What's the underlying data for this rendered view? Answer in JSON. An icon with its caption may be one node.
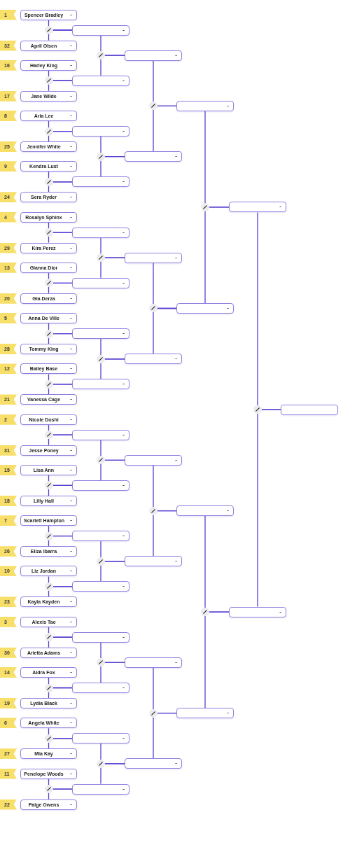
{
  "diagram": {
    "nodes": [
      {
        "text": [
          "Spencer Bradley",
          "-"
        ],
        "beside": [
          "1"
        ]
      },
      {
        "text": [
          "April Olsen",
          "-"
        ],
        "beside": [
          "32"
        ]
      },
      {
        "text": [
          "Harley King",
          "-"
        ],
        "beside": [
          "16"
        ]
      },
      {
        "text": [
          "Jane Wilde",
          "-"
        ],
        "beside": [
          "17"
        ]
      },
      {
        "text": [
          "Aria Lee",
          "-"
        ],
        "beside": [
          "8"
        ]
      },
      {
        "text": [
          "Jennifer White",
          "-"
        ],
        "beside": [
          "25"
        ]
      },
      {
        "text": [
          "Kendra Lust",
          "-"
        ],
        "beside": [
          "9"
        ]
      },
      {
        "text": [
          "Sera Ryder",
          "-"
        ],
        "beside": [
          "24"
        ]
      },
      {
        "text": [
          "Rosalyn Sphinx",
          "-"
        ],
        "beside": [
          "4"
        ]
      },
      {
        "text": [
          "Kira Perez",
          "-"
        ],
        "beside": [
          "29"
        ]
      },
      {
        "text": [
          "Gianna Dior",
          "-"
        ],
        "beside": [
          "13"
        ]
      },
      {
        "text": [
          "Gia Derza",
          "-"
        ],
        "beside": [
          "20"
        ]
      },
      {
        "text": [
          "Anna De Ville",
          "-"
        ],
        "beside": [
          "5"
        ]
      },
      {
        "text": [
          "Tommy King",
          "-"
        ],
        "beside": [
          "28"
        ]
      },
      {
        "text": [
          "Bailey Base",
          "-"
        ],
        "beside": [
          "12"
        ]
      },
      {
        "text": [
          "Vanessa Cage",
          "-"
        ],
        "beside": [
          "21"
        ]
      },
      {
        "text": [
          "Nicole Doshi",
          "-"
        ],
        "beside": [
          "2"
        ]
      },
      {
        "text": [
          "Jesse Poney",
          "-"
        ],
        "beside": [
          "31"
        ]
      },
      {
        "text": [
          "Lisa Ann",
          "-"
        ],
        "beside": [
          "15"
        ]
      },
      {
        "text": [
          "Lilly Hall",
          "-"
        ],
        "beside": [
          "18"
        ]
      },
      {
        "text": [
          "Scarlett Hampton",
          "-"
        ],
        "beside": [
          "7"
        ]
      },
      {
        "text": [
          "Eliza Ibarra",
          "-"
        ],
        "beside": [
          "26"
        ]
      },
      {
        "text": [
          "Liz Jordan",
          "-"
        ],
        "beside": [
          "10"
        ]
      },
      {
        "text": [
          "Kayla Kayden",
          "-"
        ],
        "beside": [
          "23"
        ]
      },
      {
        "text": [
          "Alexis Tae",
          "-"
        ],
        "beside": [
          "3"
        ]
      },
      {
        "text": [
          "Arietta Adams",
          "-"
        ],
        "beside": [
          "30"
        ]
      },
      {
        "text": [
          "Aidra Fox",
          "-"
        ],
        "beside": [
          "14"
        ]
      },
      {
        "text": [
          "Lydia Black",
          "-"
        ],
        "beside": [
          "19"
        ]
      },
      {
        "text": [
          "Angela White",
          "-"
        ],
        "beside": [
          "6"
        ]
      },
      {
        "text": [
          "Mia Kay",
          "-"
        ],
        "beside": [
          "27"
        ]
      },
      {
        "text": [
          "Penelope Woods",
          "-"
        ],
        "beside": [
          "11"
        ]
      },
      {
        "text": [
          "Paige Owens",
          "-"
        ],
        "beside": [
          "22"
        ]
      },
      {
        "text": [
          "-"
        ]
      },
      {
        "text": [
          "-"
        ]
      },
      {
        "text": [
          "-"
        ]
      },
      {
        "text": [
          "-"
        ]
      },
      {
        "text": [
          "-"
        ]
      },
      {
        "text": [
          "-"
        ]
      },
      {
        "text": [
          "-"
        ]
      },
      {
        "text": [
          "-"
        ]
      },
      {
        "text": [
          "-"
        ]
      },
      {
        "text": [
          "-"
        ]
      },
      {
        "text": [
          "-"
        ]
      },
      {
        "text": [
          "-"
        ]
      },
      {
        "text": [
          "-"
        ]
      },
      {
        "text": [
          "-"
        ]
      },
      {
        "text": [
          "-"
        ]
      },
      {
        "text": [
          "-"
        ]
      },
      {
        "text": [
          "-"
        ]
      },
      {
        "text": [
          "-"
        ]
      },
      {
        "text": [
          "-"
        ]
      },
      {
        "text": [
          "-"
        ]
      },
      {
        "text": [
          "-"
        ]
      },
      {
        "text": [
          "-"
        ]
      },
      {
        "text": [
          "-"
        ]
      },
      {
        "text": [
          "-"
        ]
      },
      {
        "text": [
          "-"
        ]
      },
      {
        "text": [
          "-"
        ]
      },
      {
        "text": [
          "-"
        ]
      },
      {
        "text": [
          "-"
        ]
      },
      {
        "text": [
          "-"
        ]
      },
      {
        "text": [
          "-"
        ]
      },
      {
        "text": [],
        "shape": "box"
      }
    ],
    "edges": [
      {
        "from": 0,
        "to": 32,
        "arrow": "none"
      },
      {
        "from": 1,
        "to": 32,
        "arrow": "none"
      },
      {
        "from": 2,
        "to": 33,
        "arrow": "none"
      },
      {
        "from": 3,
        "to": 33,
        "arrow": "none"
      },
      {
        "from": 4,
        "to": 34,
        "arrow": "none"
      },
      {
        "from": 5,
        "to": 34,
        "arrow": "none"
      },
      {
        "from": 6,
        "to": 35,
        "arrow": "none"
      },
      {
        "from": 7,
        "to": 35,
        "arrow": "none"
      },
      {
        "from": 8,
        "to": 36,
        "arrow": "none"
      },
      {
        "from": 9,
        "to": 36,
        "arrow": "none"
      },
      {
        "from": 10,
        "to": 37,
        "arrow": "none"
      },
      {
        "from": 11,
        "to": 37,
        "arrow": "none"
      },
      {
        "from": 12,
        "to": 38,
        "arrow": "none"
      },
      {
        "from": 13,
        "to": 38,
        "arrow": "none"
      },
      {
        "from": 14,
        "to": 39,
        "arrow": "none"
      },
      {
        "from": 15,
        "to": 39,
        "arrow": "none"
      },
      {
        "from": 16,
        "to": 40,
        "arrow": "none"
      },
      {
        "from": 17,
        "to": 40,
        "arrow": "none"
      },
      {
        "from": 18,
        "to": 41,
        "arrow": "none"
      },
      {
        "from": 19,
        "to": 41,
        "arrow": "none"
      },
      {
        "from": 20,
        "to": 42,
        "arrow": "none"
      },
      {
        "from": 21,
        "to": 42,
        "arrow": "none"
      },
      {
        "from": 22,
        "to": 43,
        "arrow": "none"
      },
      {
        "from": 23,
        "to": 43,
        "arrow": "none"
      },
      {
        "from": 24,
        "to": 44,
        "arrow": "none"
      },
      {
        "from": 25,
        "to": 44,
        "arrow": "none"
      },
      {
        "from": 26,
        "to": 45,
        "arrow": "none"
      },
      {
        "from": 27,
        "to": 45,
        "arrow": "none"
      },
      {
        "from": 28,
        "to": 46,
        "arrow": "none"
      },
      {
        "from": 29,
        "to": 46,
        "arrow": "none"
      },
      {
        "from": 30,
        "to": 47,
        "arrow": "none"
      },
      {
        "from": 31,
        "to": 47,
        "arrow": "none"
      },
      {
        "from": 32,
        "to": 48,
        "arrow": "none"
      },
      {
        "from": 33,
        "to": 48,
        "arrow": "none"
      },
      {
        "from": 34,
        "to": 49,
        "arrow": "none"
      },
      {
        "from": 35,
        "to": 49,
        "arrow": "none"
      },
      {
        "from": 36,
        "to": 50,
        "arrow": "none"
      },
      {
        "from": 37,
        "to": 50,
        "arrow": "none"
      },
      {
        "from": 38,
        "to": 51,
        "arrow": "none"
      },
      {
        "from": 39,
        "to": 51,
        "arrow": "none"
      },
      {
        "from": 40,
        "to": 52,
        "arrow": "none"
      },
      {
        "from": 41,
        "to": 52,
        "arrow": "none"
      },
      {
        "from": 42,
        "to": 53,
        "arrow": "none"
      },
      {
        "from": 43,
        "to": 53,
        "arrow": "none"
      },
      {
        "from": 44,
        "to": 54,
        "arrow": "none"
      },
      {
        "from": 45,
        "to": 54,
        "arrow": "none"
      },
      {
        "from": 46,
        "to": 55,
        "arrow": "none"
      },
      {
        "from": 47,
        "to": 55,
        "arrow": "none"
      },
      {
        "from": 48,
        "to": 56,
        "arrow": "none"
      },
      {
        "from": 49,
        "to": 56,
        "arrow": "none"
      },
      {
        "from": 50,
        "to": 57,
        "arrow": "none"
      },
      {
        "from": 51,
        "to": 57,
        "arrow": "none"
      },
      {
        "from": 52,
        "to": 58,
        "arrow": "none"
      },
      {
        "from": 53,
        "to": 58,
        "arrow": "none"
      },
      {
        "from": 54,
        "to": 59,
        "arrow": "none"
      },
      {
        "from": 55,
        "to": 59,
        "arrow": "none"
      },
      {
        "from": 56,
        "to": 60,
        "arrow": "none"
      },
      {
        "from": 57,
        "to": 60,
        "arrow": "none"
      },
      {
        "from": 58,
        "to": 61,
        "arrow": "none"
      },
      {
        "from": 59,
        "to": 61,
        "arrow": "none"
      },
      {
        "from": 60,
        "to": 62,
        "arrow": "none"
      },
      {
        "from": 61,
        "to": 62,
        "arrow": "none"
      }
    ]
  }
}
